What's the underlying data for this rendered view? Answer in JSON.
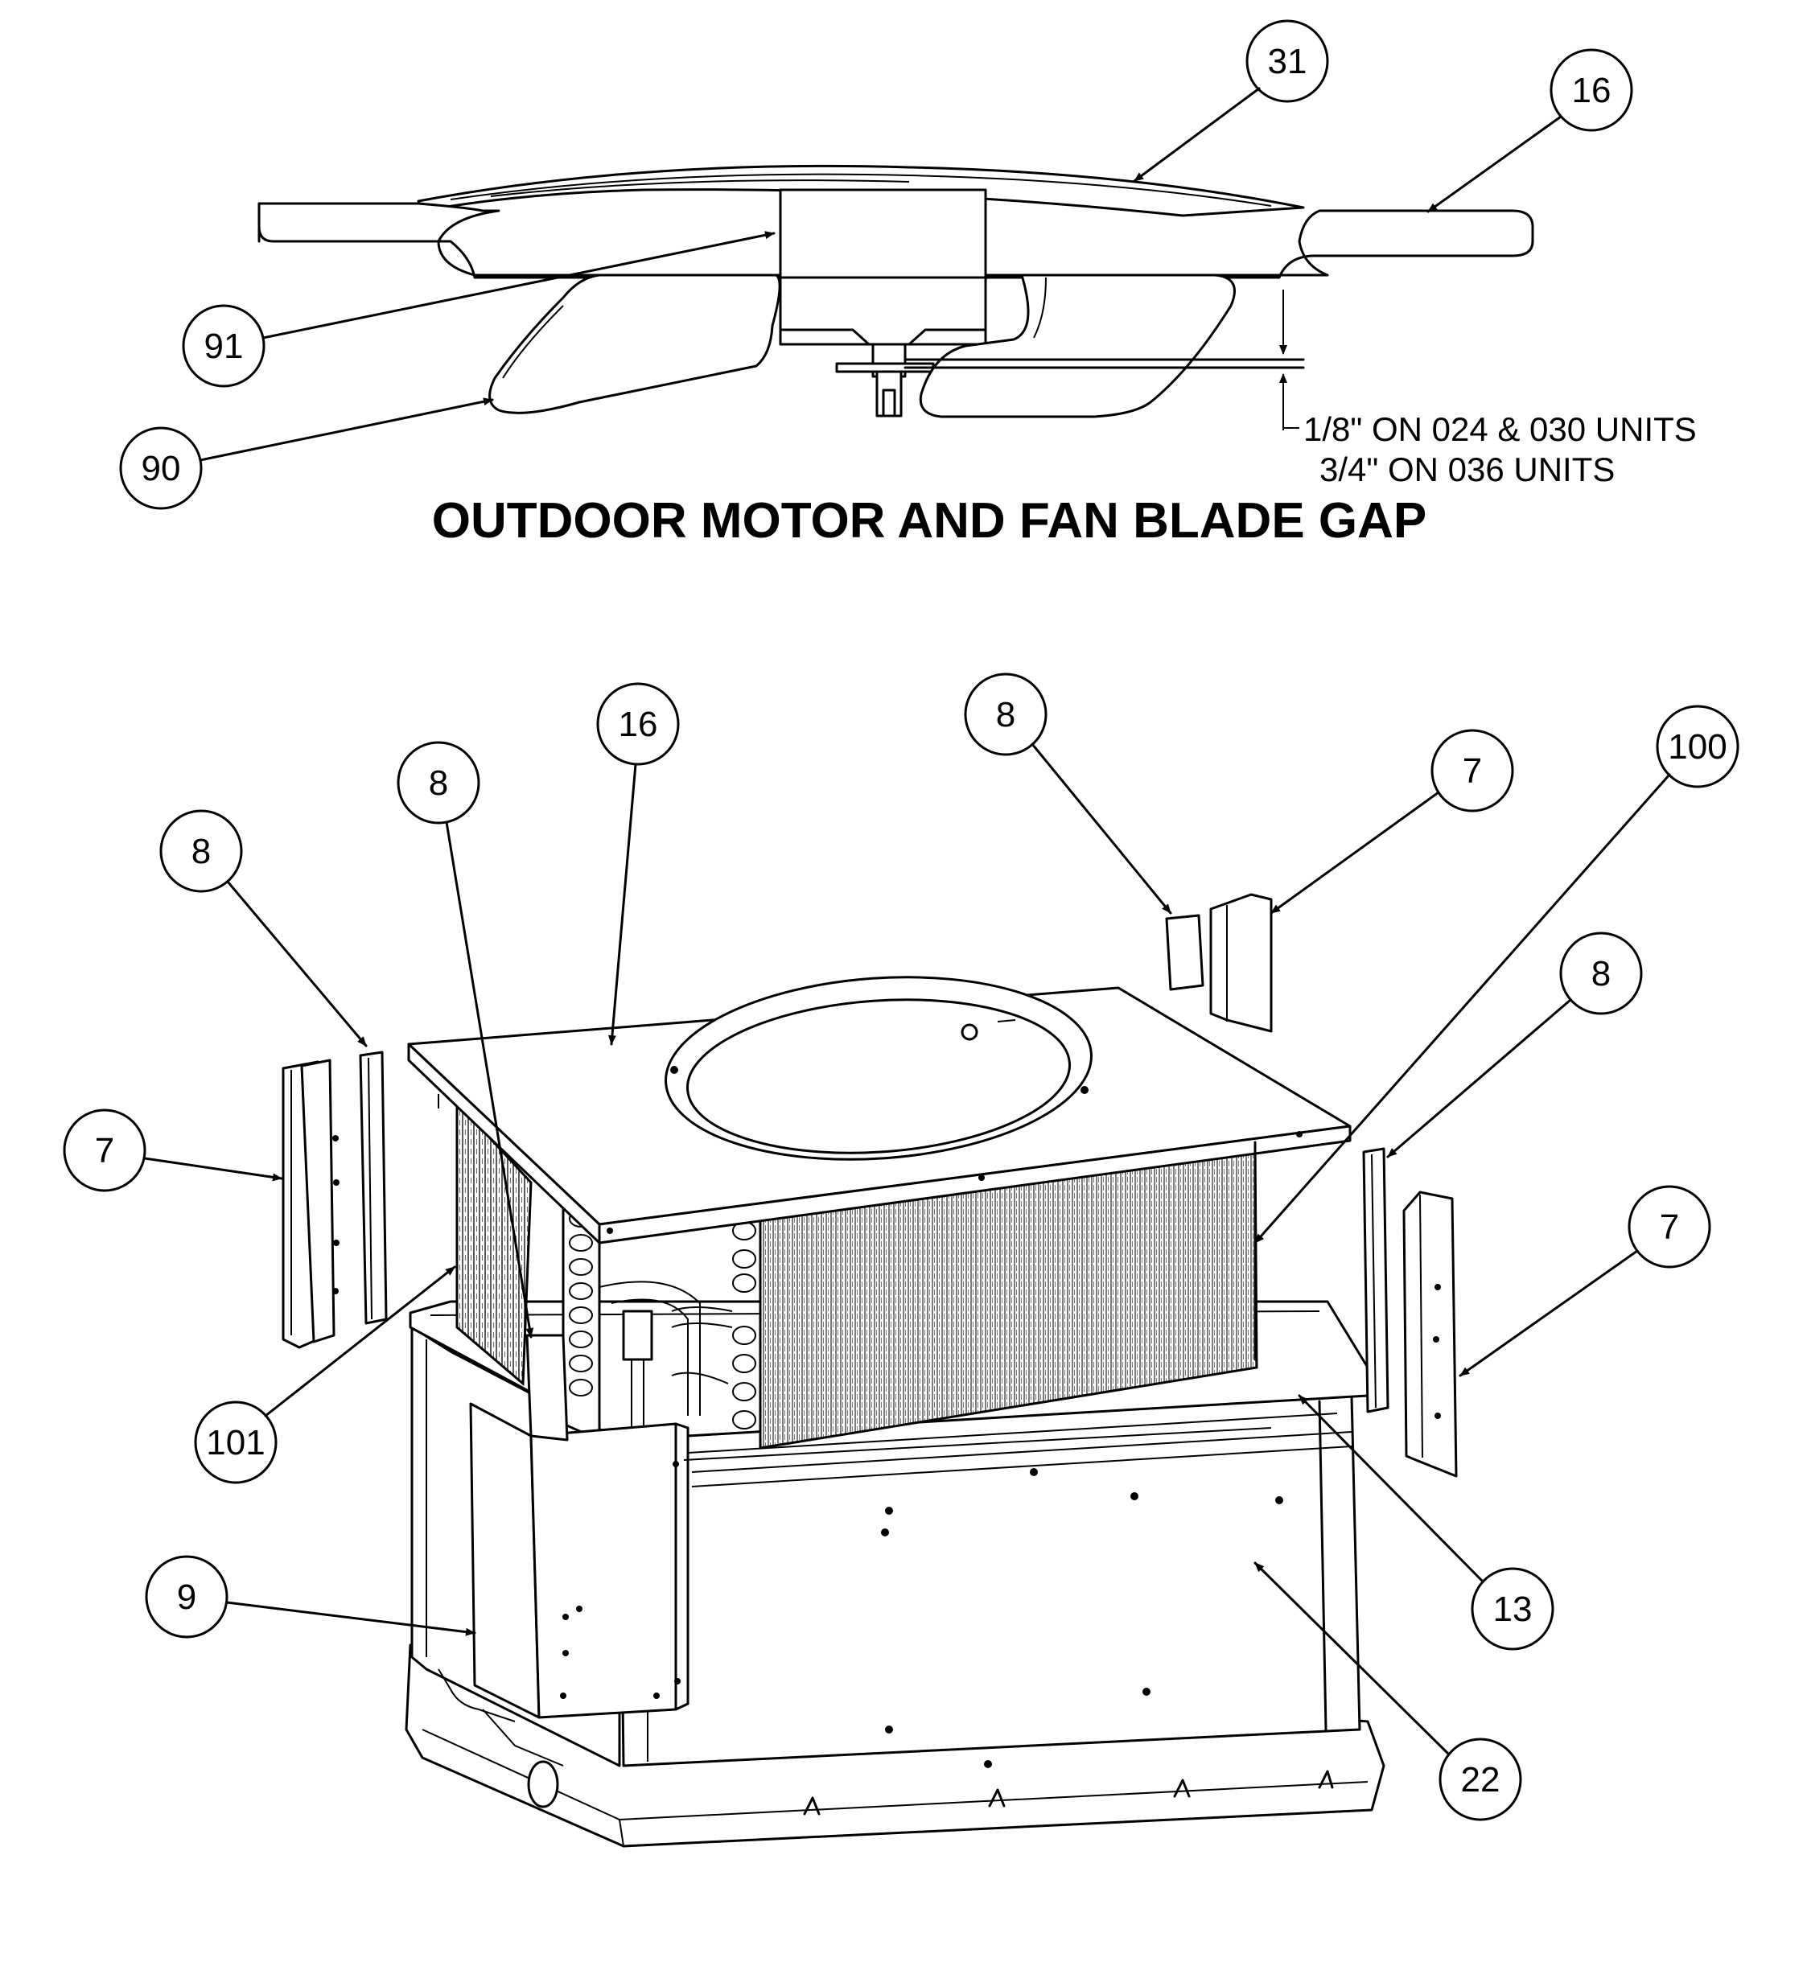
{
  "title": "OUTDOOR MOTOR AND FAN BLADE GAP",
  "gap_note": {
    "line1": "1/8\" ON 024 & 030 UNITS",
    "line2": "3/4\" ON 036 UNITS"
  },
  "callouts": {
    "top_31": "31",
    "top_16": "16",
    "top_91": "91",
    "top_90": "90",
    "mid_16": "16",
    "mid_8_left": "8",
    "mid_8_center": "8",
    "mid_8_right_top": "8",
    "mid_7_right_top": "7",
    "mid_100": "100",
    "mid_7_left": "7",
    "mid_8_right": "8",
    "mid_7_right": "7",
    "mid_101": "101",
    "mid_9": "9",
    "mid_13": "13",
    "mid_22": "22"
  }
}
